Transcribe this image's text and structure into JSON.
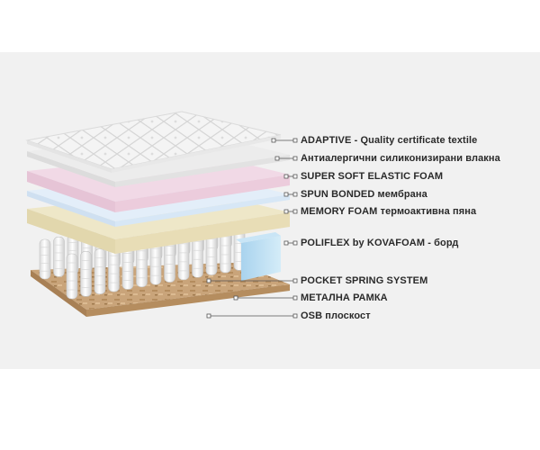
{
  "callouts": [
    {
      "id": "adaptive",
      "label": "ADAPTIVE - Quality certificate textile"
    },
    {
      "id": "fibers",
      "label": "Антиалергични силиконизирани влакна"
    },
    {
      "id": "super-soft",
      "label": "SUPER SOFT ELASTIC FOAM"
    },
    {
      "id": "spun-bonded",
      "label": "SPUN BONDED мембрана"
    },
    {
      "id": "memory-foam",
      "label": "MEMORY FOAM термоактивна пяна"
    },
    {
      "id": "poliflex",
      "label": "POLIFLEX by KOVAFOAM - борд"
    },
    {
      "id": "pocket-spring",
      "label": "POCKET SPRING SYSTEM"
    },
    {
      "id": "metal-frame",
      "label": "МЕТАЛНА РАМКА"
    },
    {
      "id": "osb",
      "label": "OSB плоскост"
    }
  ],
  "colors": {
    "background_panel": "#f1f1f1",
    "quilted_top": "#f4f4f4",
    "fiber_layer": "#ececec",
    "super_soft_foam": "#f1d9e6",
    "spun_bonded": "#e3eef9",
    "memory_foam": "#eee7c8",
    "poliflex_board": "#b9dcf0",
    "springs": "#f2f2f2",
    "osb_board": "#c9a47a",
    "callout_line": "#555555",
    "label_text": "#2a2a2a"
  }
}
